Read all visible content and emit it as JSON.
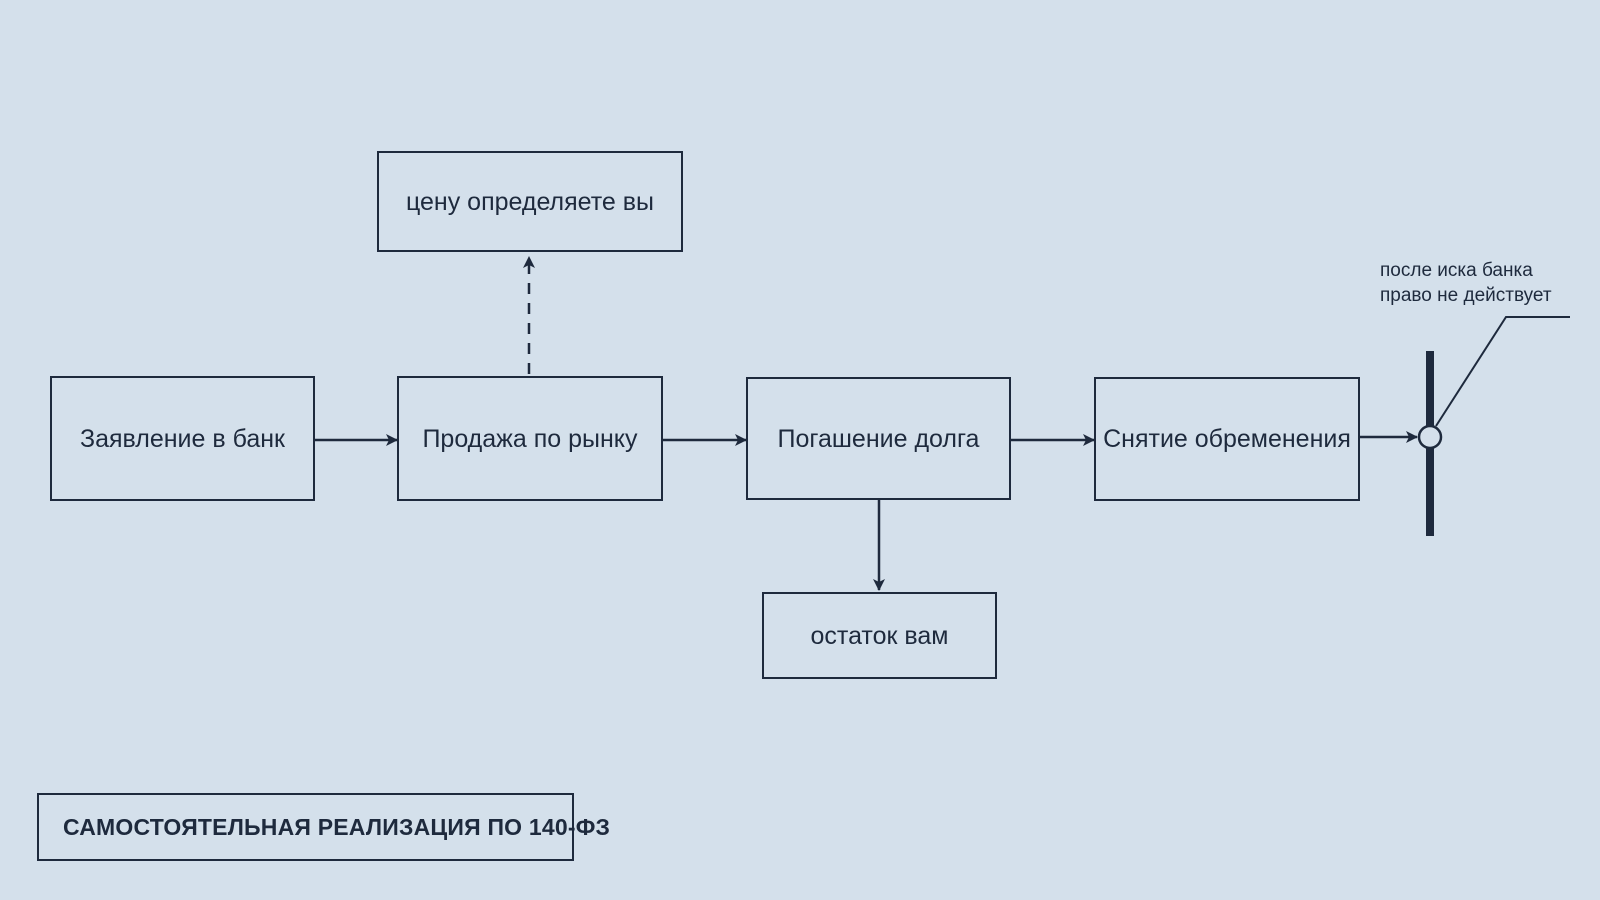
{
  "diagram": {
    "nodes": {
      "application": "Заявление в банк",
      "sale": "Продажа по рынку",
      "debt_repayment": "Погашение долга",
      "encumbrance_removal": "Снятие обременения",
      "price_note": "цену определяете вы",
      "remainder_note": "остаток вам"
    },
    "annotation": "после иска банка\nправо не действует",
    "caption": "САМОСТОЯТЕЛЬНАЯ РЕАЛИЗАЦИЯ ПО 140-ФЗ",
    "colors": {
      "background": "#d4e0eb",
      "stroke": "#1e2a3d"
    }
  }
}
